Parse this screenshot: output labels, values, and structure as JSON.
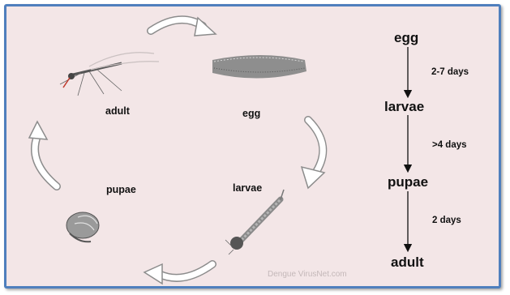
{
  "cycle": {
    "stages": [
      {
        "key": "adult",
        "label": "adult"
      },
      {
        "key": "egg",
        "label": "egg"
      },
      {
        "key": "larvae",
        "label": "larvae"
      },
      {
        "key": "pupae",
        "label": "pupae"
      }
    ]
  },
  "flow": {
    "steps": [
      {
        "label": "egg"
      },
      {
        "label": "larvae"
      },
      {
        "label": "pupae"
      },
      {
        "label": "adult"
      }
    ],
    "durations": [
      {
        "label": "2-7 days"
      },
      {
        "label": ">4 days"
      },
      {
        "label": "2 days"
      }
    ]
  },
  "watermark": "Dengue VirusNet.com",
  "colors": {
    "panel_bg": "#f3e6e7",
    "panel_border": "#4f7fbd",
    "arrow_fill": "#ffffff",
    "arrow_stroke": "#8c8c8c"
  },
  "icons": [
    "mosquito-icon",
    "egg-raft-icon",
    "larva-icon",
    "pupa-icon",
    "cycle-arrow-icon",
    "down-arrow-icon"
  ]
}
